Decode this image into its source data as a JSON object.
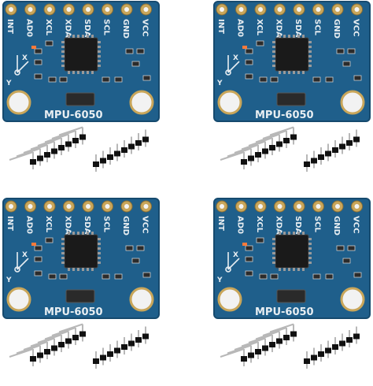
{
  "product": {
    "units": [
      {
        "id": "u1",
        "model": "MPU-6050",
        "axis_x": "X",
        "axis_y": "Y",
        "pins": [
          "INT",
          "AD0",
          "XCL",
          "XDA",
          "SDA",
          "SCL",
          "GND",
          "VCC"
        ]
      },
      {
        "id": "u2",
        "model": "MPU-6050",
        "axis_x": "X",
        "axis_y": "Y",
        "pins": [
          "INT",
          "AD0",
          "XCL",
          "XDA",
          "SDA",
          "SCL",
          "GND",
          "VCC"
        ]
      },
      {
        "id": "u3",
        "model": "MPU-6050",
        "axis_x": "X",
        "axis_y": "Y",
        "pins": [
          "INT",
          "AD0",
          "XCL",
          "XDA",
          "SDA",
          "SCL",
          "GND",
          "VCC"
        ]
      },
      {
        "id": "u4",
        "model": "MPU-6050",
        "axis_x": "X",
        "axis_y": "Y",
        "pins": [
          "INT",
          "AD0",
          "XCL",
          "XDA",
          "SDA",
          "SCL",
          "GND",
          "VCC"
        ]
      }
    ],
    "colors": {
      "pcb": "#1f5f8b",
      "pcb_dark": "#164a6e",
      "silkscreen": "#e8eef2",
      "pad_gold": "#c9a65a",
      "chip": "#1a1a1a",
      "header_plastic": "#111111",
      "pin_metal": "#b8b8b8"
    }
  }
}
